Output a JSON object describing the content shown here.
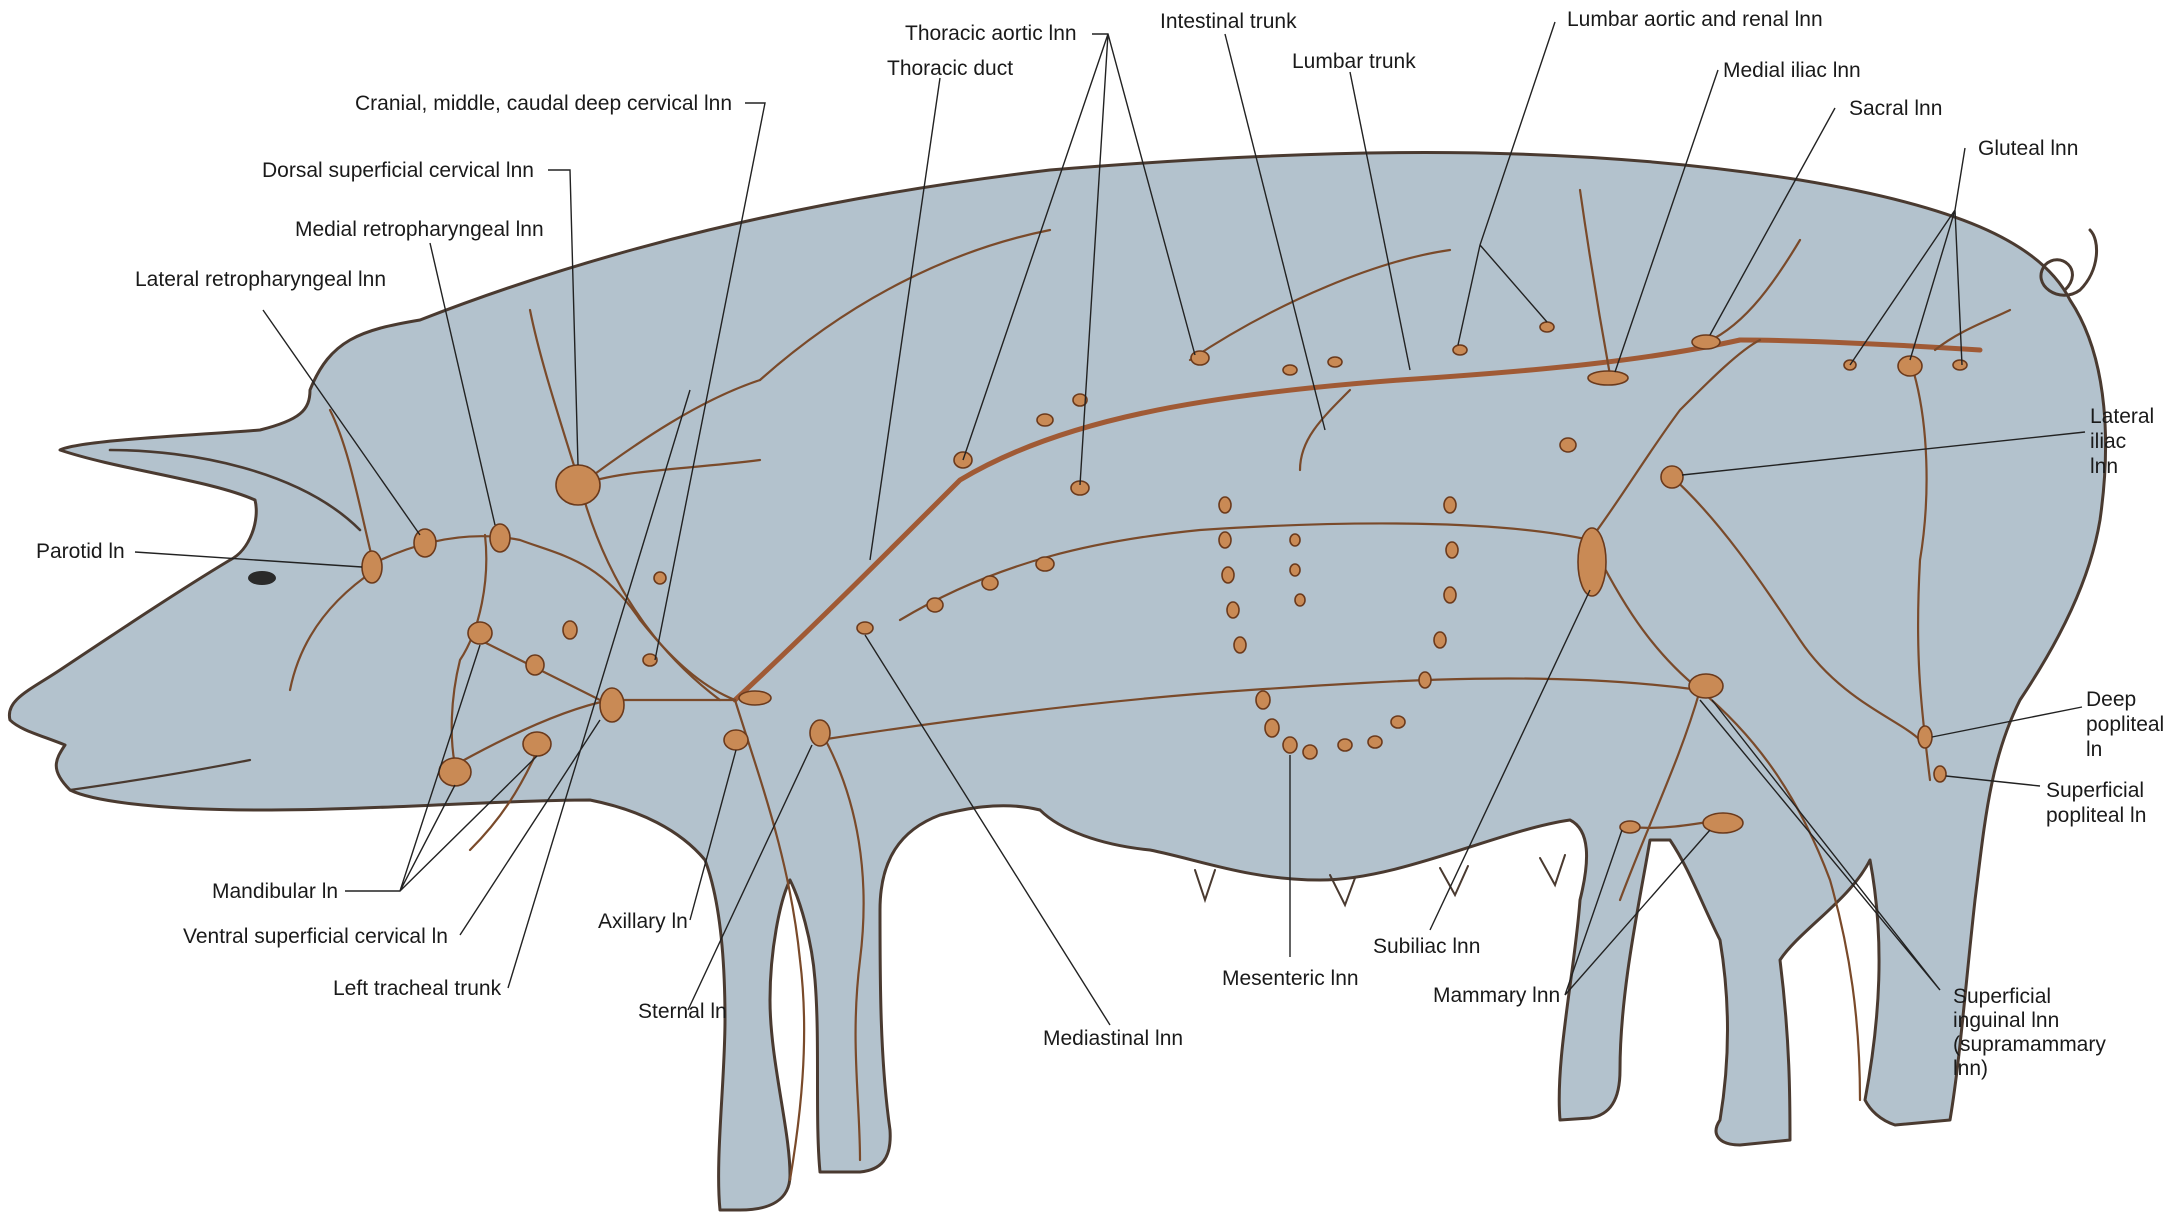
{
  "labels": {
    "thoracic_aortic": "Thoracic aortic lnn",
    "intestinal_trunk": "Intestinal trunk",
    "lumbar_aortic_renal": "Lumbar aortic and renal lnn",
    "thoracic_duct": "Thoracic duct",
    "lumbar_trunk": "Lumbar trunk",
    "medial_iliac": "Medial iliac lnn",
    "cranial_deep_cervical": "Cranial, middle, caudal deep cervical lnn",
    "sacral": "Sacral lnn",
    "gluteal": "Gluteal lnn",
    "dorsal_superficial_cervical": "Dorsal superficial cervical lnn",
    "medial_retropharyngeal": "Medial retropharyngeal lnn",
    "lateral_retropharyngeal": "Lateral retropharyngeal lnn",
    "lateral_iliac_1": "Lateral",
    "lateral_iliac_2": "iliac",
    "lateral_iliac_3": "lnn",
    "parotid": "Parotid ln",
    "deep_popliteal_1": "Deep",
    "deep_popliteal_2": "popliteal",
    "deep_popliteal_3": "ln",
    "superficial_popliteal_1": "Superficial",
    "superficial_popliteal_2": "popliteal ln",
    "mandibular": "Mandibular ln",
    "ventral_superficial_cervical": "Ventral superficial cervical ln",
    "axillary": "Axillary ln",
    "subiliac": "Subiliac lnn",
    "left_tracheal_trunk": "Left tracheal trunk",
    "mesenteric": "Mesenteric lnn",
    "mammary": "Mammary lnn",
    "sternal": "Sternal ln",
    "superficial_inguinal_1": "Superficial",
    "superficial_inguinal_2": "inguinal lnn",
    "superficial_inguinal_3": "(supramammary",
    "superficial_inguinal_4": "lnn)",
    "mediastinal": "Mediastinal lnn"
  },
  "colors": {
    "body": "#b3c2cd",
    "outline": "#4a3a30",
    "vessel": "#7a4a2a",
    "node": "#c98a55"
  }
}
